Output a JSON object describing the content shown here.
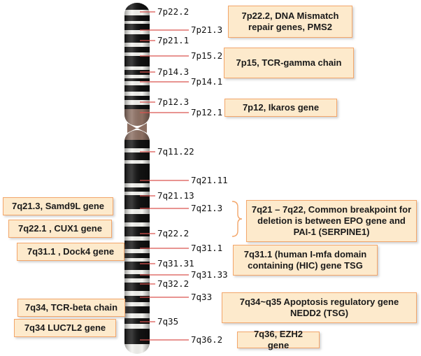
{
  "colors": {
    "box_fill": "#fdeacc",
    "box_border": "#f3a66a",
    "tick": "#d9534f",
    "band_dark": "#111111",
    "band_light": "#f2f2ee",
    "centromere": "#8c6f62"
  },
  "band_labels": [
    "7p22.2",
    "7p21.3",
    "7p21.1",
    "7p15.2",
    "7p14.3",
    "7p14.1",
    "7p12.3",
    "7p12.1",
    "7q11.22",
    "7q21.11",
    "7q21.13",
    "7q21.3",
    "7q22.2",
    "7q31.1",
    "7q31.31",
    "7q31.33",
    "7q32.2",
    "7q33",
    "7q35",
    "7q36.2"
  ],
  "annotations": {
    "p22": "7p22.2, DNA Mismatch repair genes, PMS2",
    "p15": "7p15, TCR-gamma chain",
    "p12": "7p12,  Ikaros gene",
    "q21_3": "7q21.3, Samd9L  gene",
    "q22_1": "7q22.1 , CUX1 gene",
    "q21_q22": "7q21 – 7q22, Common breakpoint for deletion is between EPO gene and PAI-1 (SERPINE1)",
    "q31_1": "7q31.1 , Dock4 gene",
    "q31_1b": "7q31.1 (human I-mfa domain containing (HIC) gene  TSG",
    "q34": "7q34, TCR-beta chain",
    "q34_35": "7q34~q35 Apoptosis regulatory gene NEDD2 (TSG)",
    "q34_luc": "7q34 LUC7L2 gene",
    "q36": "7q36, EZH2 gene"
  }
}
